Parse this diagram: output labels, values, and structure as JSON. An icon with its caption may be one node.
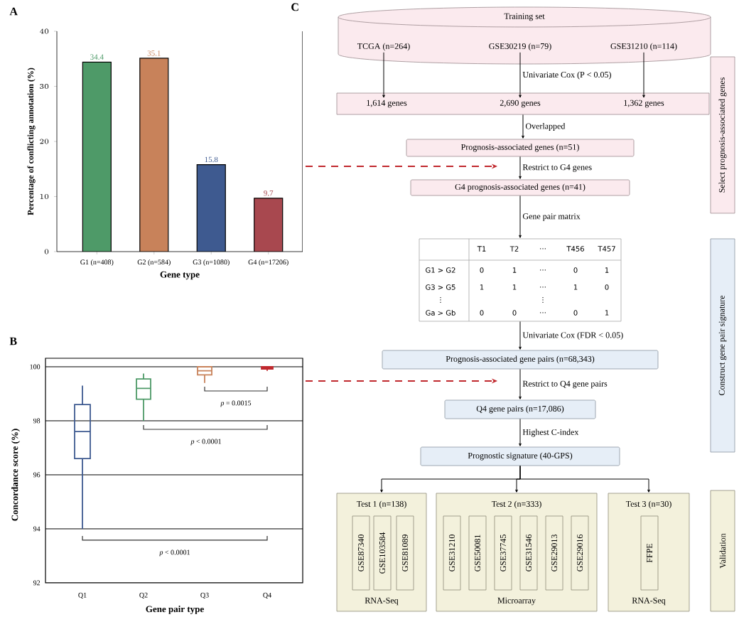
{
  "diagram": {
    "nodes": [
      {
        "text": [
          "Training set"
        ]
      },
      {
        "text": [
          "TCGA (n=264)"
        ],
        "in": 0
      },
      {
        "text": [
          "GSE30219 (n=79)"
        ],
        "in": 0
      },
      {
        "text": [
          "GSE31210 (n=114)"
        ],
        "in": 0
      },
      {
        "text": [],
        "shape": "box"
      },
      {
        "text": [
          "1,614 genes"
        ],
        "in": 4
      },
      {
        "text": [
          "2,690 genes"
        ],
        "in": 4
      },
      {
        "text": [
          "1,362 genes"
        ],
        "in": 4
      },
      {
        "text": [
          "Prognosis-associated genes (n=51)"
        ]
      },
      {
        "text": [
          "G4 prognosis-associated genes (n=41)"
        ]
      },
      {
        "text": [
          "T1",
          "T2",
          "…",
          "T456",
          "T457",
          "G1 > G2",
          "0",
          "1",
          "…",
          "0",
          "1",
          "G3 > G5",
          "1",
          "1",
          "…",
          "1",
          "0",
          "⋮",
          "⋮",
          "Ga > Gb",
          "0",
          "0",
          "…",
          "0",
          "1"
        ]
      },
      {
        "text": [
          "Prognosis-associated gene pairs (n=68,343)"
        ]
      },
      {
        "text": [
          "Q4 gene pairs (n=17,086)"
        ]
      },
      {
        "text": [
          "Prognostic signature (40-GPS)"
        ]
      },
      {
        "text": [
          "Test 1 (n=138)",
          "RNA-Seq"
        ]
      },
      {
        "text": [
          "GSE87340"
        ],
        "in": 14
      },
      {
        "text": [
          "GSE103584"
        ],
        "in": 14
      },
      {
        "text": [
          "GSE81089"
        ],
        "in": 14
      },
      {
        "text": [
          "Test 2 (n=333)",
          "Microarray"
        ]
      },
      {
        "text": [
          "GSE31210"
        ],
        "in": 18
      },
      {
        "text": [
          "GSE50081"
        ],
        "in": 18
      },
      {
        "text": [
          "GSE37745"
        ],
        "in": 18
      },
      {
        "text": [
          "GSE31546"
        ],
        "in": 18
      },
      {
        "text": [
          "GSE29013"
        ],
        "in": 18
      },
      {
        "text": [
          "GSE29016"
        ],
        "in": 18
      },
      {
        "text": [
          "Test 3 (n=30)",
          "RNA-Seq"
        ]
      },
      {
        "text": [
          "FFPE"
        ],
        "in": 25
      },
      {
        "text": [
          "Select prognosis-associated genes"
        ]
      },
      {
        "text": [
          "Construct gene pair signature"
        ]
      },
      {
        "text": [
          "Validation"
        ]
      }
    ],
    "edges": [
      {
        "from": 1,
        "to": 5,
        "arrow": "to"
      },
      {
        "from": 2,
        "to": 6,
        "arrow": "to",
        "label": "Univariate Cox (P < 0.05)"
      },
      {
        "from": 3,
        "to": 7,
        "arrow": "to"
      },
      {
        "from": 4,
        "to": 8,
        "arrow": "to",
        "label": "Overlapped"
      },
      {
        "from": 8,
        "to": 9,
        "arrow": "to",
        "label": "Restrict to G4 genes"
      },
      {
        "from": 9,
        "to": 10,
        "arrow": "to",
        "label": "Gene pair matrix"
      },
      {
        "from": 10,
        "to": 11,
        "arrow": "to",
        "label": "Univariate Cox (FDR < 0.05)"
      },
      {
        "from": 11,
        "to": 12,
        "arrow": "to",
        "label": "Restrict to Q4 gene pairs"
      },
      {
        "from": 12,
        "to": 13,
        "arrow": "to",
        "label": "Highest C-index"
      },
      {
        "from": 13,
        "to": 14,
        "arrow": "to"
      },
      {
        "from": 13,
        "to": 18,
        "arrow": "to"
      },
      {
        "from": 13,
        "to": 25,
        "arrow": "to"
      }
    ],
    "labels": [
      "A",
      "B",
      "C",
      "100",
      "98",
      "96",
      "94",
      "92",
      "Concordance score (%)",
      "*p* = 0.0015",
      "*p* < 0.0001",
      "*p* < 0.0001",
      "Q1",
      "Q2",
      "Q3",
      "Q4",
      "Gene pair type"
    ],
    "chart_data": {
      "type": "bar",
      "xlabel": "Gene type",
      "ylabel": "Percentage of conflicting annotation (%)",
      "categories": [
        "G1 (n=408)",
        "G2 (n=584)",
        "G3 (n=1080)",
        "G4 (n=17206)"
      ],
      "series": [
        {
          "color": "#4e9a68",
          "values": [
            34.4,
            null,
            null,
            null
          ]
        },
        {
          "color": "#c8825a",
          "values": [
            null,
            35.1,
            null,
            null
          ]
        },
        {
          "color": "#3e5a90",
          "values": [
            null,
            null,
            15.8,
            null
          ]
        },
        {
          "color": "#a8484f",
          "values": [
            null,
            null,
            null,
            9.7
          ]
        }
      ],
      "ylim": [
        0,
        40
      ],
      "yticks": [
        0,
        10,
        20,
        30,
        40
      ],
      "data_labels": true
    }
  }
}
